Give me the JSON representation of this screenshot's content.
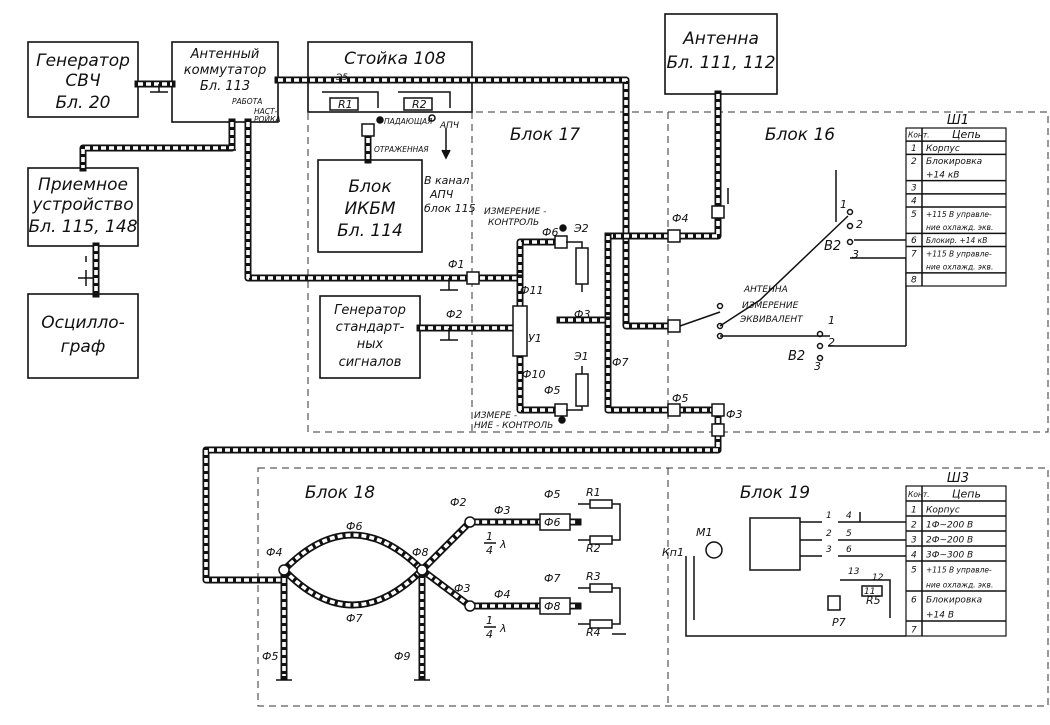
{
  "blocks": {
    "gen_svch": [
      "Генератор",
      "СВЧ",
      "Бл. 20"
    ],
    "ant_comm": [
      "Антенный",
      "коммутатор",
      "Бл. 113"
    ],
    "stoika": "Стойка 108",
    "antenna": [
      "Антенна",
      "Бл. 111, 112"
    ],
    "priem": [
      "Приемное",
      "устройство",
      "Бл. 115, 148"
    ],
    "oscill": [
      "Осцилло-",
      "граф"
    ],
    "ikbm": [
      "Блок",
      "ИКБМ",
      "Бл. 114"
    ],
    "gen_std": [
      "Генератор",
      "стандарт-",
      "ных",
      "сигналов"
    ],
    "blok17": "Блок 17",
    "blok16": "Блок 16",
    "blok18": "Блок 18",
    "blok19": "Блок 19"
  },
  "labels": {
    "rabota": "РАБОТА",
    "nast": "НАСТ-",
    "roika": "РОЙКА",
    "e5": "Э5",
    "r1": "R1",
    "r2": "R2",
    "padayushchaya": "ПАДАЮЩАЯ",
    "otrazhennaya": "ОТРАЖЕННАЯ",
    "apch": "АПЧ",
    "v_kanal": [
      "В канал",
      "АПЧ",
      "блок 115"
    ],
    "izm_kontrol_top": [
      "ИЗМЕРЕНИЕ -",
      "КОНТРОЛЬ"
    ],
    "izm_kontrol_bot": [
      "ИЗМЕРЕ -",
      "НИЕ - КОНТРОЛЬ"
    ],
    "f1": "Ф1",
    "f2": "Ф2",
    "f3": "Ф3",
    "f4": "Ф4",
    "f5": "Ф5",
    "f6": "Ф6",
    "f7": "Ф7",
    "f8": "Ф8",
    "f9": "Ф9",
    "f10": "Ф10",
    "f11": "Ф11",
    "e1": "Э1",
    "e2": "Э2",
    "u1": "У1",
    "r1small": "R1",
    "antenna_sw": "АНТЕННА",
    "izmerenie_sw": "ИЗМЕРЕНИЕ",
    "ekvivalent_sw": "ЭКВИВАЛЕНТ",
    "v2": "В2",
    "n1": "1",
    "n2": "2",
    "n3": "3",
    "r3": "R3",
    "r4": "R4",
    "quarter": "λ",
    "quarter_num": "1",
    "quarter_den": "4",
    "m1": "М1",
    "kp1": "Кп1",
    "r5": "R5",
    "p7": "Р7"
  },
  "sh1": {
    "title": "Ш1",
    "header": [
      "Конт.",
      "Цепь"
    ],
    "rows": [
      [
        "1",
        "Корпус"
      ],
      [
        "2",
        "Блокировка"
      ],
      [
        "",
        "+14 кВ"
      ],
      [
        "3",
        ""
      ],
      [
        "4",
        ""
      ],
      [
        "5",
        "+115 В управле-"
      ],
      [
        "",
        "ние охлажд. экв."
      ],
      [
        "6",
        "Блокир. +14 кВ"
      ],
      [
        "7",
        "+115 В управле-"
      ],
      [
        "",
        "ние охлажд. экв."
      ],
      [
        "8",
        ""
      ]
    ]
  },
  "sh3": {
    "title": "Ш3",
    "header": [
      "Конт.",
      "Цепь"
    ],
    "rows": [
      [
        "1",
        "Корпус"
      ],
      [
        "2",
        "1Ф~200 В"
      ],
      [
        "3",
        "2Ф~200 В"
      ],
      [
        "4",
        "3Ф~300 В"
      ],
      [
        "5",
        "+115 В управле-"
      ],
      [
        "",
        "ние охлажд. экв."
      ],
      [
        "6",
        "Блокировка"
      ],
      [
        "",
        "+14 В"
      ],
      [
        "7",
        ""
      ]
    ]
  },
  "relay_nums": [
    "1",
    "4",
    "2",
    "5",
    "3",
    "6",
    "13",
    "12",
    "11"
  ]
}
